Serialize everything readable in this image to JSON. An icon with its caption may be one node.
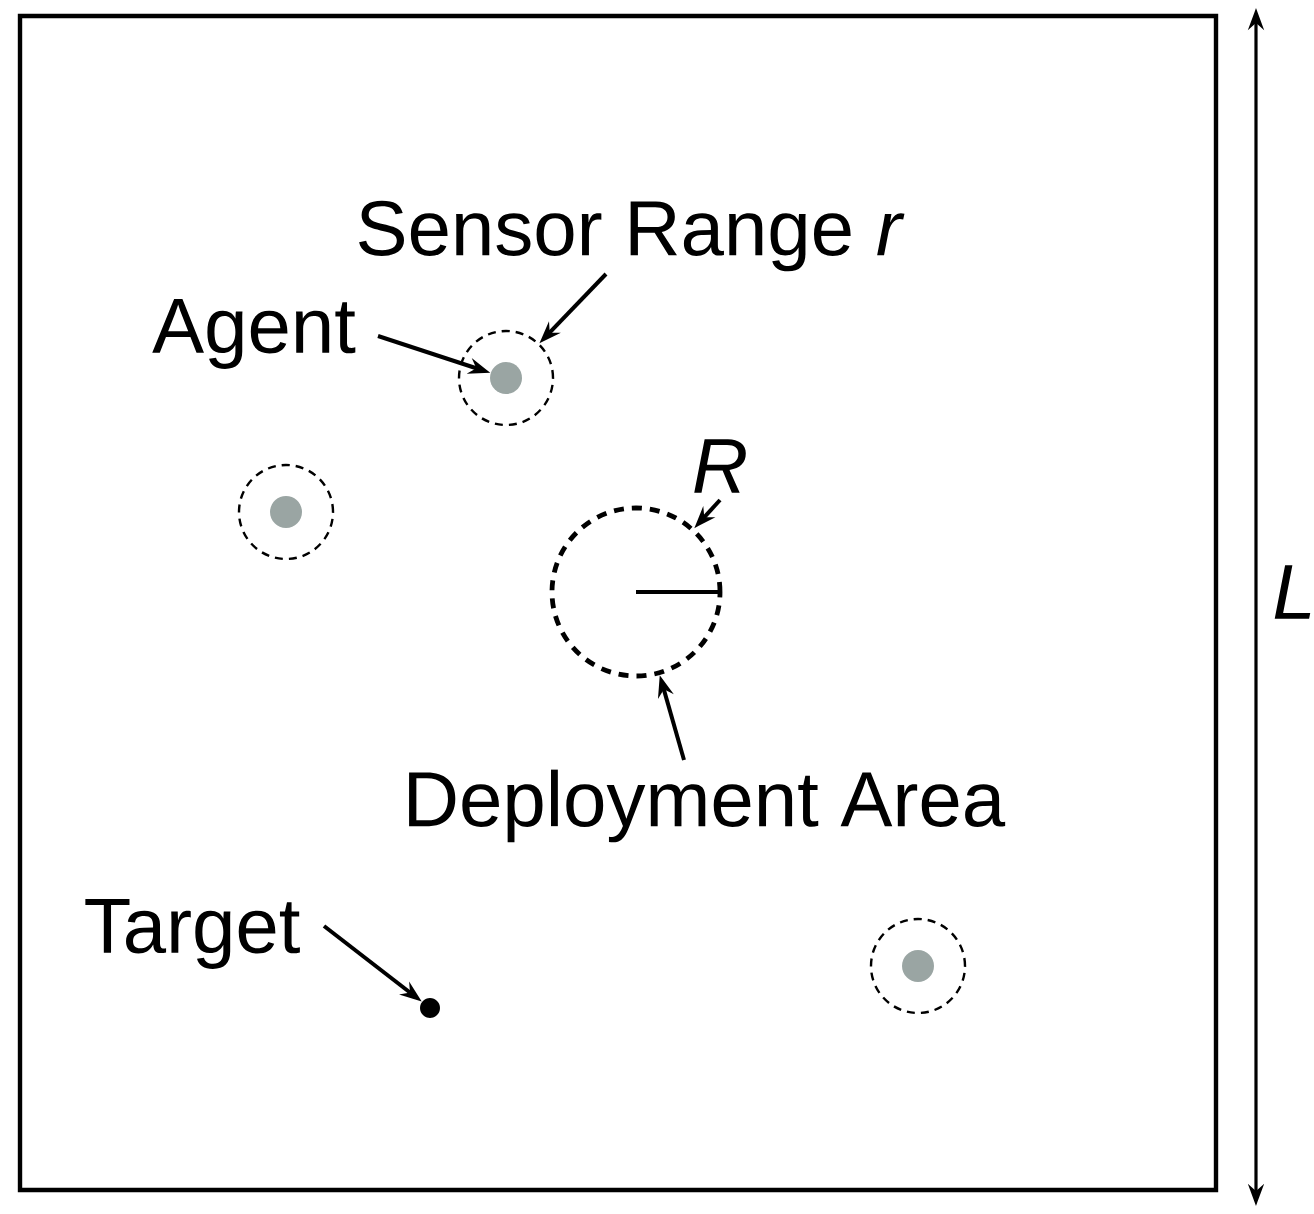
{
  "diagram": {
    "nodes": [
      {
        "text": [
          "Sensor Range *r*"
        ]
      },
      {
        "text": [
          "Agent"
        ]
      },
      {
        "text": [],
        "shape": "circle"
      },
      {
        "text": [],
        "shape": "circle",
        "in": 2
      },
      {
        "text": [
          "R"
        ]
      },
      {
        "text": [],
        "shape": "circle"
      },
      {
        "text": [
          "Deployment Area"
        ]
      },
      {
        "text": [],
        "shape": "circle"
      },
      {
        "text": [],
        "shape": "circle",
        "in": 7
      },
      {
        "text": [],
        "shape": "circle"
      },
      {
        "text": [],
        "shape": "circle",
        "in": 9
      },
      {
        "text": [
          "Target"
        ]
      },
      {
        "text": [],
        "shape": "circle"
      }
    ],
    "edges": [
      {
        "from": 0,
        "to": 2,
        "arrow": "to"
      },
      {
        "from": 1,
        "to": 3,
        "arrow": "to"
      },
      {
        "from": 4,
        "to": 5,
        "arrow": "to"
      },
      {
        "from": 6,
        "to": 5,
        "arrow": "to"
      },
      {
        "from": 11,
        "to": 12,
        "arrow": "to"
      }
    ],
    "labels": [
      "L"
    ]
  }
}
